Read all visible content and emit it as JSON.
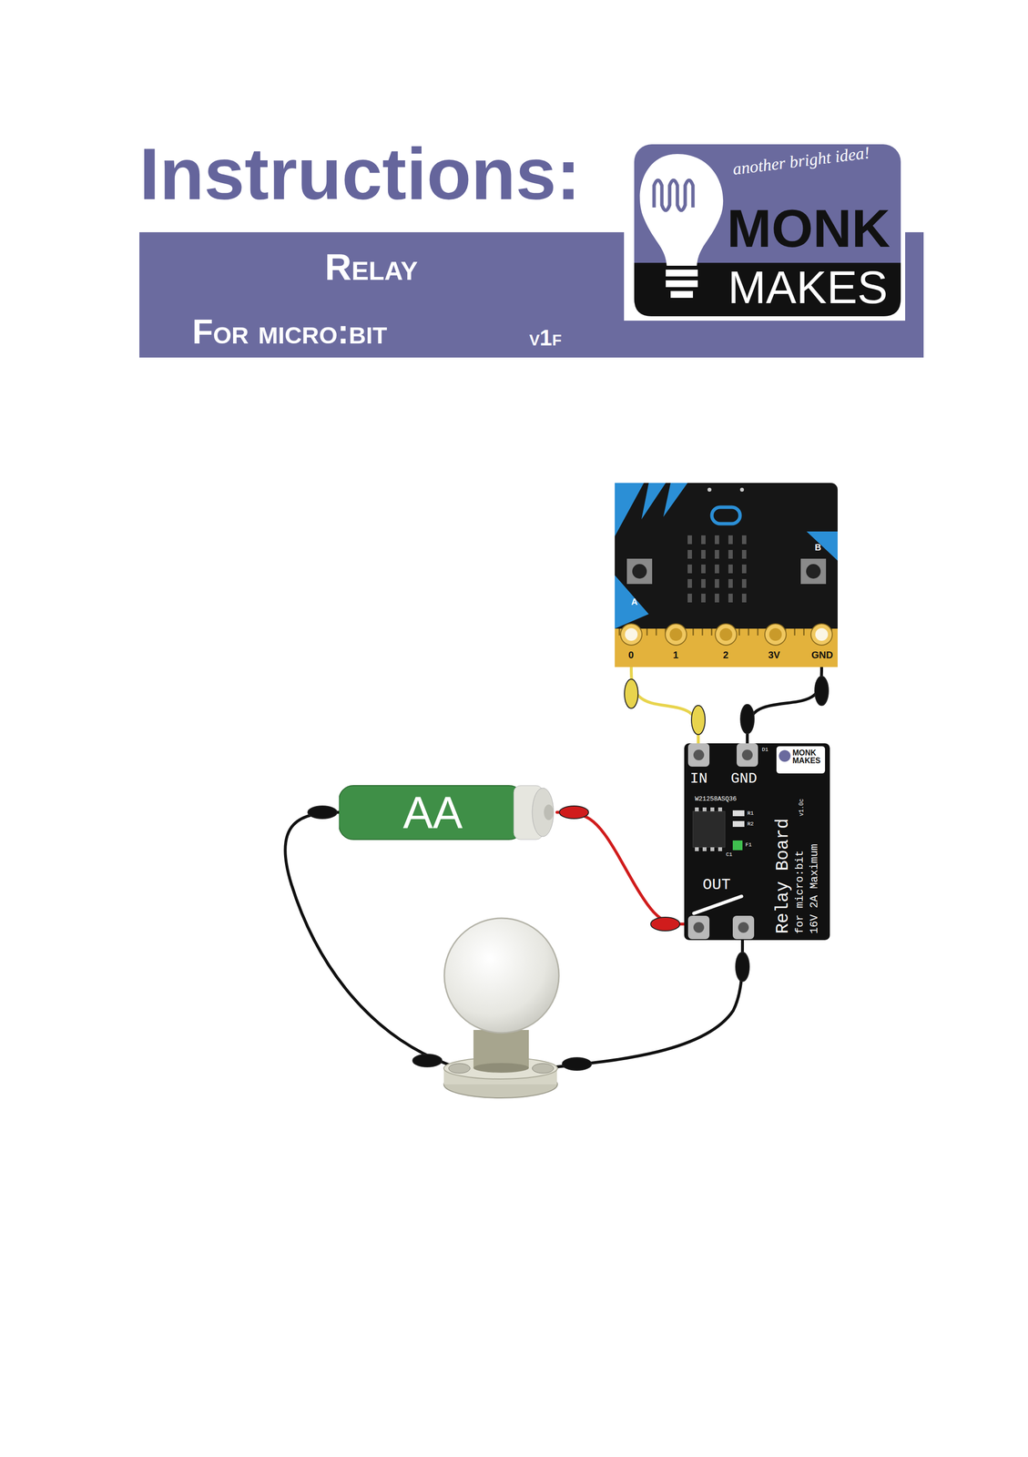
{
  "diagram": {
    "title": "Instructions:",
    "nodes": [
      {
        "text": [
          "Relay",
          "For micro:bit",
          "v1f"
        ]
      },
      {
        "text": [
          "another bright idea!",
          "MONK",
          "MAKES"
        ]
      },
      {
        "text": [
          "A",
          "B",
          "0",
          "1",
          "2",
          "3V",
          "GND"
        ]
      },
      {
        "text": [
          "IN",
          "GND",
          "W21258ASQ36",
          "R1",
          "R2",
          "C1",
          "F1",
          "D1",
          "OUT",
          "Relay Board",
          "for micro:bit",
          "16V 2A Maximum",
          "v1.0c",
          "MONK MAKES"
        ]
      },
      {
        "text": [
          "AA"
        ]
      }
    ],
    "edges": [
      {
        "from": 2,
        "to": 3,
        "arrow": "none"
      },
      {
        "from": 2,
        "to": 3,
        "arrow": "none"
      },
      {
        "from": 4,
        "to": 3,
        "arrow": "none"
      }
    ]
  }
}
